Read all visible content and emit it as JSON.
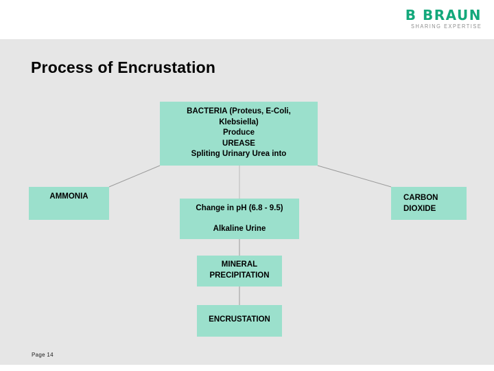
{
  "brand": {
    "logo_text": "B BRAUN",
    "tagline": "SHARING EXPERTISE",
    "logo_color": "#13A87B",
    "tagline_color": "#8d8d8d"
  },
  "slide": {
    "title": "Process of Encrustation",
    "page_label": "Page 14",
    "background_color": "#e6e6e6",
    "box_color": "#9BE0CC",
    "connector_color": "#9a9a9a"
  },
  "diagram": {
    "boxes": {
      "bacteria": {
        "lines": [
          "BACTERIA (Proteus, E-Coli,",
          "Klebsiella)",
          "Produce",
          "UREASE",
          "Spliting Urinary Urea into"
        ]
      },
      "ammonia": {
        "lines": [
          "AMMONIA"
        ]
      },
      "carbon_dioxide": {
        "lines": [
          "CARBON",
          "DIOXIDE"
        ]
      },
      "ph_change": {
        "lines": [
          "Change in pH (6.8 - 9.5)",
          "Alkaline Urine"
        ]
      },
      "mineral_precipitation": {
        "lines": [
          "MINERAL",
          "PRECIPITATION"
        ]
      },
      "encrustation": {
        "lines": [
          "ENCRUSTATION"
        ]
      }
    }
  }
}
